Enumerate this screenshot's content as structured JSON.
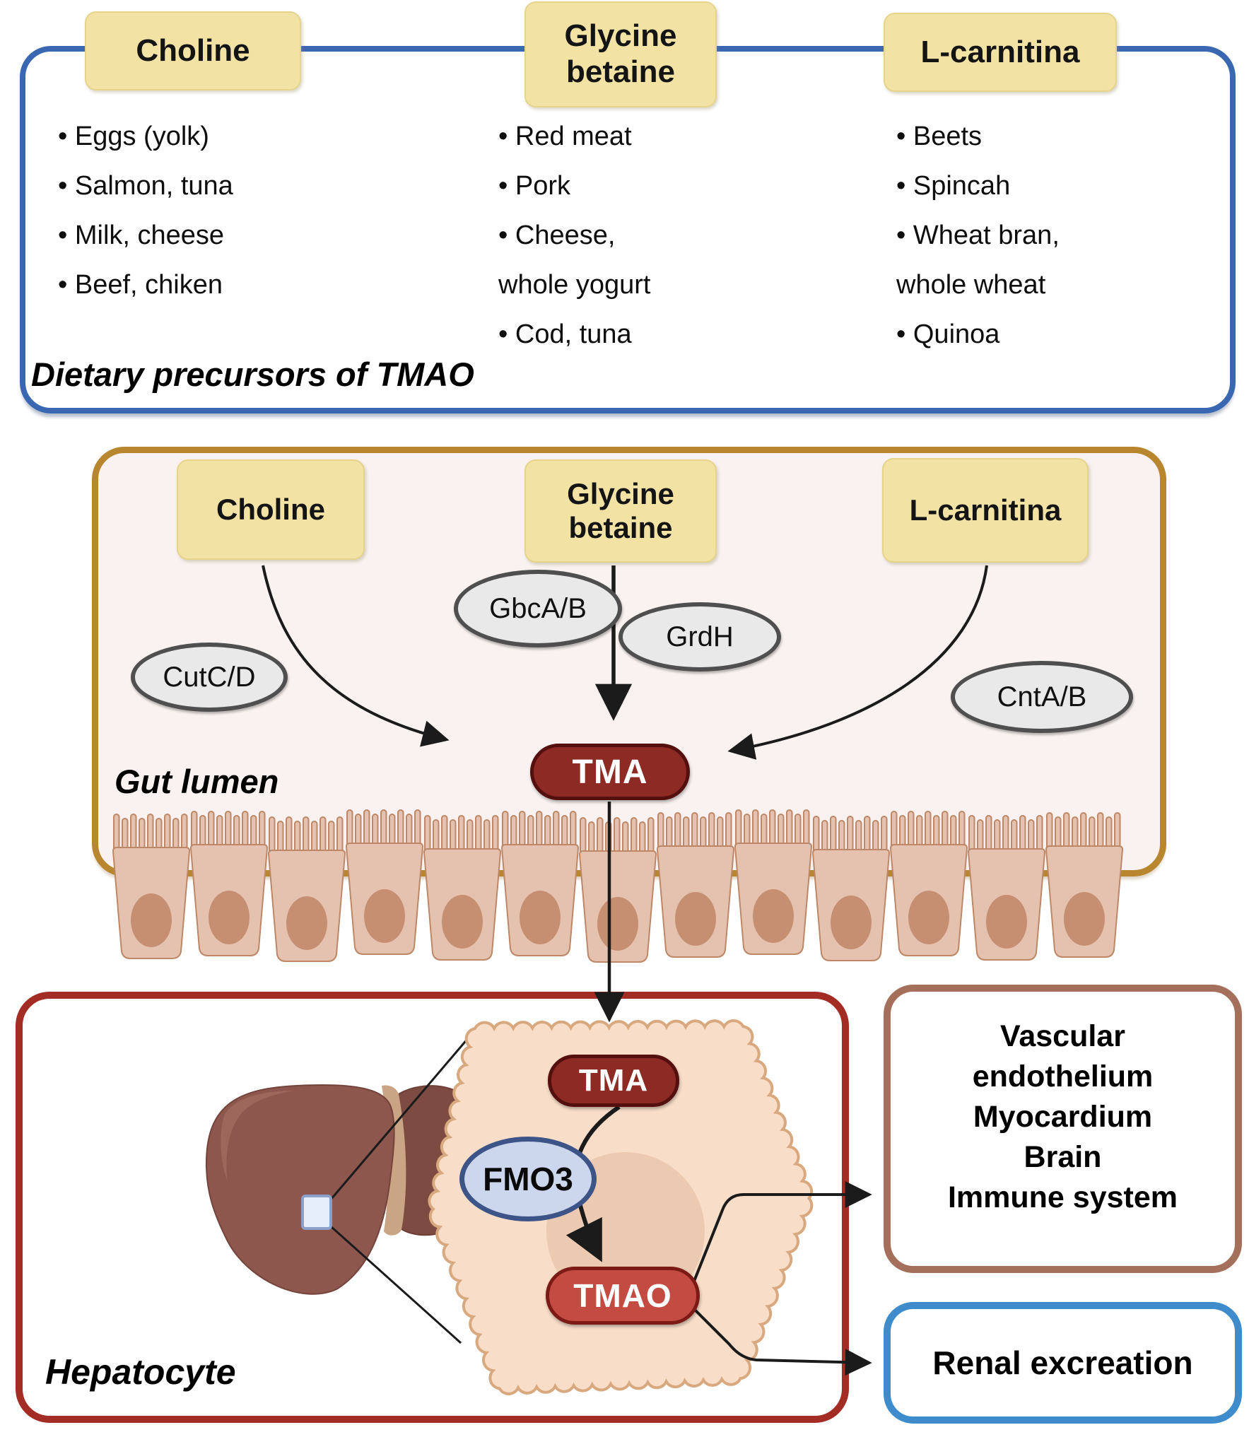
{
  "dietary_box": {
    "caption": "Dietary precursors of TMAO",
    "columns": [
      {
        "header": "Choline",
        "items": [
          "Eggs (yolk)",
          "Salmon, tuna",
          "Milk, cheese",
          "Beef, chiken"
        ]
      },
      {
        "header": "Glycine betaine",
        "items": [
          "Red meat",
          "Pork",
          "Cheese, whole yogurt",
          "Cod, tuna"
        ]
      },
      {
        "header": "L-carnitina",
        "items": [
          "Beets",
          "Spincah",
          "Wheat bran, whole wheat",
          "Quinoa"
        ]
      }
    ]
  },
  "gut_box": {
    "caption": "Gut lumen",
    "substrates": [
      "Choline",
      "Glycine betaine",
      "L-carnitina"
    ],
    "enzymes": [
      "CutC/D",
      "GbcA/B",
      "GrdH",
      "CntA/B"
    ],
    "product": "TMA"
  },
  "hepatocyte_box": {
    "caption": "Hepatocyte",
    "substrate": "TMA",
    "enzyme": "FMO3",
    "product": "TMAO"
  },
  "targets_box": {
    "lines": [
      "Vascular",
      "endothelium",
      "Myocardium",
      "Brain",
      "Immune system"
    ]
  },
  "renal_box": {
    "label": "Renal excreation"
  },
  "colors": {
    "dietary_border": "#3a67b1",
    "gut_border": "#b8862f",
    "gut_fill": "#f9f2f0",
    "hepatocyte_border": "#a32d24",
    "vascular_border": "#a4705c",
    "renal_border": "#3f8ccc",
    "substrate_chip": "#f2e3a4",
    "enzyme_fill": "#e9e9e9",
    "tma_fill": "#8e2a24",
    "tmao_fill": "#c34b42",
    "fmo3_fill": "#ccd6ec",
    "cell_fill": "#e5c2af",
    "liver_fill": "#8d574d",
    "gallbladder_fill": "#6aa84f"
  }
}
